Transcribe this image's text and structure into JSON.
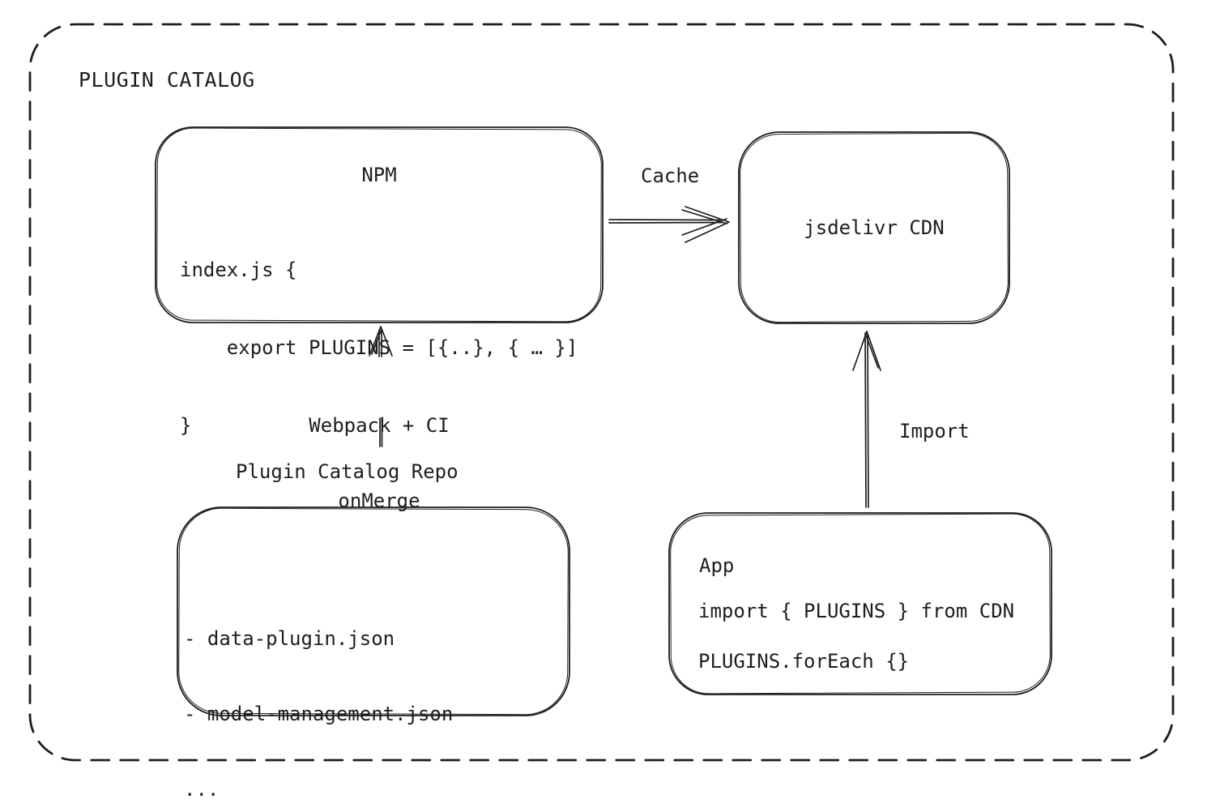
{
  "colors": {
    "stroke": "#1e1e1e",
    "background": "#ffffff"
  },
  "diagram": {
    "title": "PLUGIN CATALOG",
    "nodes": {
      "npm": {
        "title": "NPM",
        "code": [
          "index.js {",
          "    export PLUGINS = [{..}, { … }]",
          "}"
        ]
      },
      "cdn": {
        "title": "jsdelivr CDN"
      },
      "repo": {
        "title": "Plugin Catalog Repo",
        "files": [
          "- data-plugin.json",
          "- model-management.json",
          "..."
        ]
      },
      "app": {
        "title": "App",
        "code": [
          "import { PLUGINS } from CDN",
          "PLUGINS.forEach {}"
        ]
      }
    },
    "edges": {
      "cache": {
        "label": "Cache"
      },
      "build": {
        "label": [
          "Webpack + CI",
          "onMerge"
        ]
      },
      "import": {
        "label": "Import"
      }
    }
  }
}
